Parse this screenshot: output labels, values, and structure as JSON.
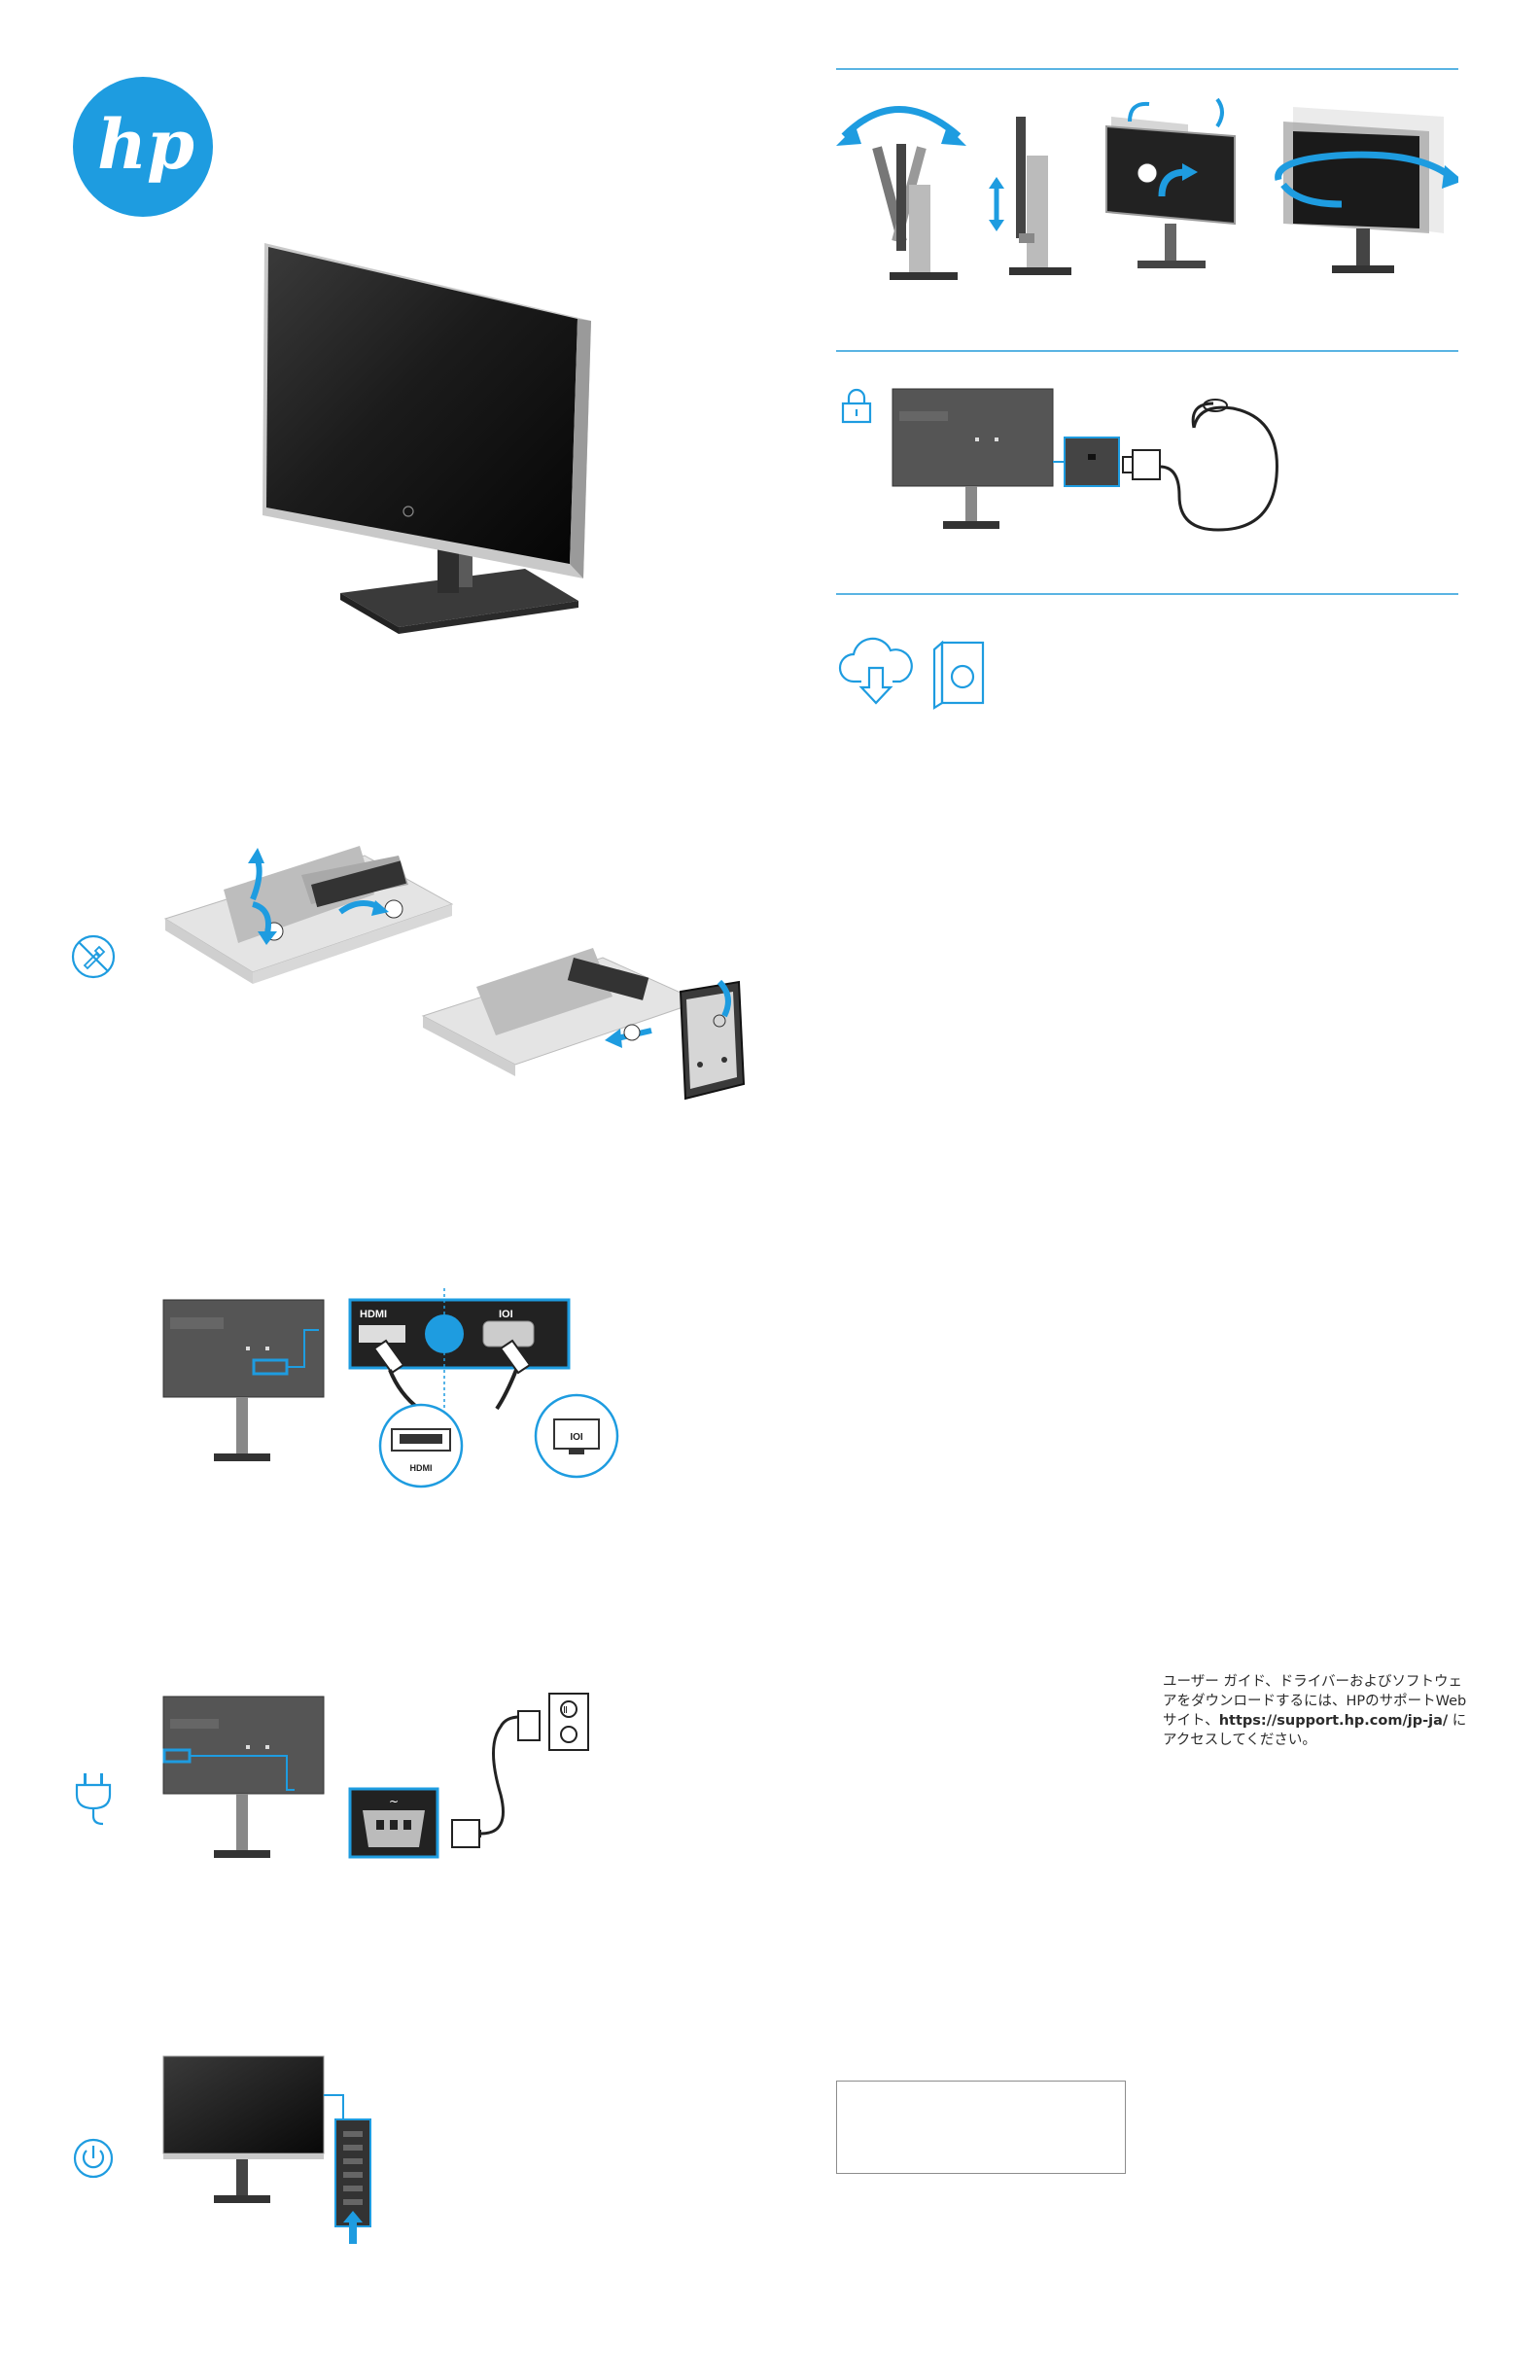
{
  "brand": {
    "logo_text": "hp",
    "color": "#1e9ce0"
  },
  "colors": {
    "accent": "#1e9ce0",
    "rule": "#5ab4e3",
    "dark_gray": "#444444",
    "mid_gray": "#8a8a8a"
  },
  "ports": {
    "hdmi_label": "HDMI",
    "vga_label": "IOI",
    "ac_symbol": "~",
    "outlet_symbol": "Ⅱ"
  },
  "icons": {
    "no_tools": "no-tools-icon",
    "power_cord": "power-plug-icon",
    "power_button": "power-icon",
    "lock": "lock-icon",
    "cloud_download": "cloud-download-icon",
    "document": "document-icon",
    "rotate": "rotate-arrow-icon",
    "height": "height-arrow-icon",
    "pivot": "pivot-arrow-icon",
    "swivel": "swivel-arrow-icon"
  },
  "support_note": {
    "text_before": "ユーザー ガイド、ドライバーおよびソフトウェアをダウンロードするには、HPのサポートWebサイト、",
    "url": "https://support.hp.com/jp-ja/",
    "text_after": " にアクセスしてください。"
  }
}
